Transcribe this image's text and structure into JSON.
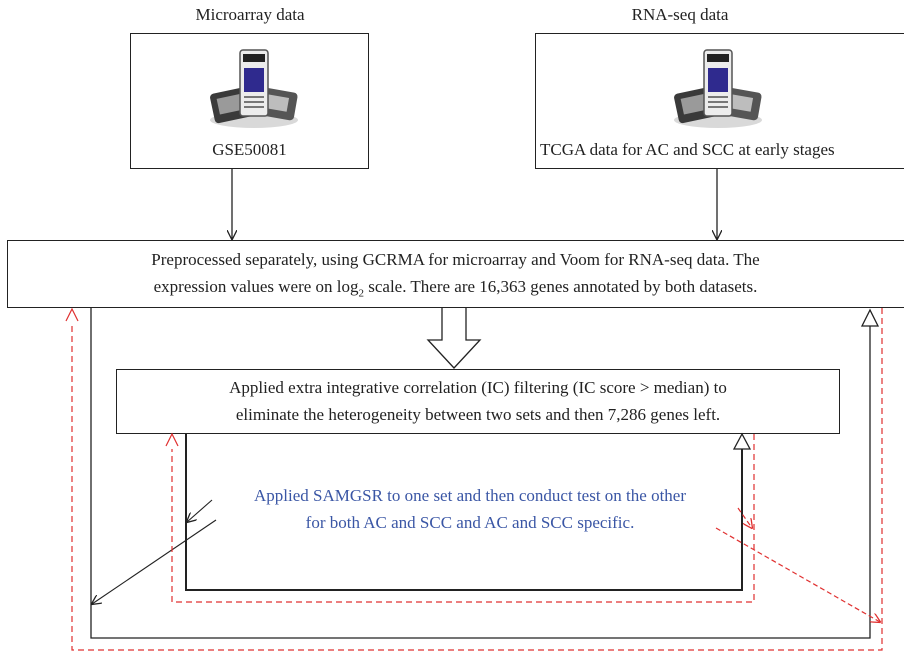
{
  "sources": {
    "microarray": {
      "heading": "Microarray data",
      "caption": "GSE50081",
      "image": "microarray-chip-icon"
    },
    "rnaseq": {
      "heading": "RNA-seq data",
      "caption": "TCGA data for AC and SCC at early stages",
      "image": "sequencing-chip-icon"
    }
  },
  "steps": {
    "preprocess": {
      "line1": "Preprocessed separately, using GCRMA for microarray and Voom for RNA-seq data. The",
      "line2_pre": "expression values were on log",
      "line2_sub": "2",
      "line2_post": " scale. There are 16,363 genes annotated by both datasets."
    },
    "ic_filter": {
      "line1": "Applied extra integrative correlation (IC) filtering (IC score > median) to",
      "line2": "eliminate the heterogeneity between two sets and then 7,286 genes left."
    },
    "samgsr": {
      "line1": "Applied SAMGSR to one set and then conduct test on the other",
      "line2": "for both AC and SCC and AC and SCC specific."
    }
  },
  "colors": {
    "line": "#222222",
    "dashed": "#e03030",
    "annotation": "#3a56a5"
  }
}
